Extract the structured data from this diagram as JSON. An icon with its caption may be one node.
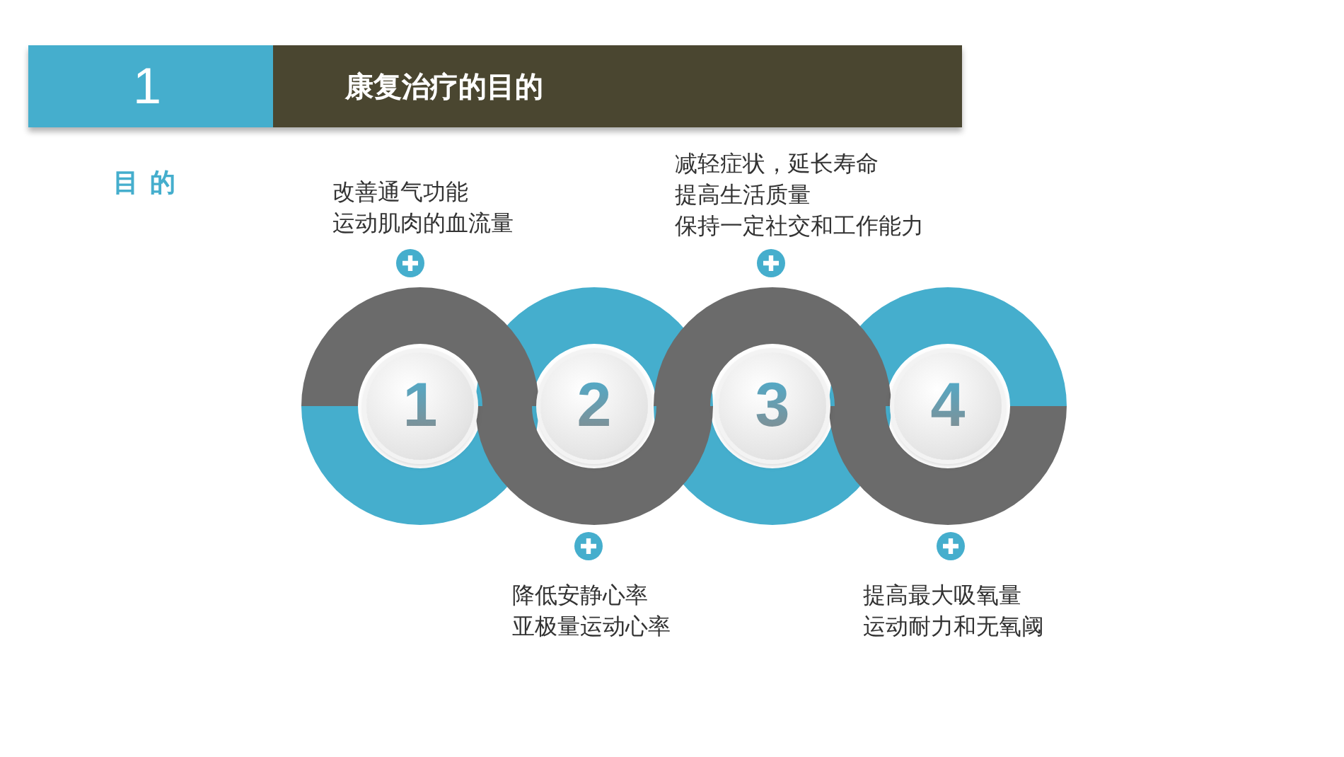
{
  "diagram": {
    "title": "康复治疗的目的",
    "nodes": [
      {
        "text": [
          "1"
        ],
        "beside": [
          "改善通气功能",
          "运动肌肉的血流量"
        ]
      },
      {
        "text": [
          "2"
        ],
        "beside": [
          "降低安静心率",
          "亚极量运动心率"
        ]
      },
      {
        "text": [
          "3"
        ],
        "beside": [
          "减轻症状，延长寿命",
          "提高生活质量",
          "保持一定社交和工作能力"
        ]
      },
      {
        "text": [
          "4"
        ],
        "beside": [
          "提高最大吸氧量",
          "运动耐力和无氧阈"
        ]
      }
    ],
    "labels": [
      "1",
      "目的"
    ]
  }
}
